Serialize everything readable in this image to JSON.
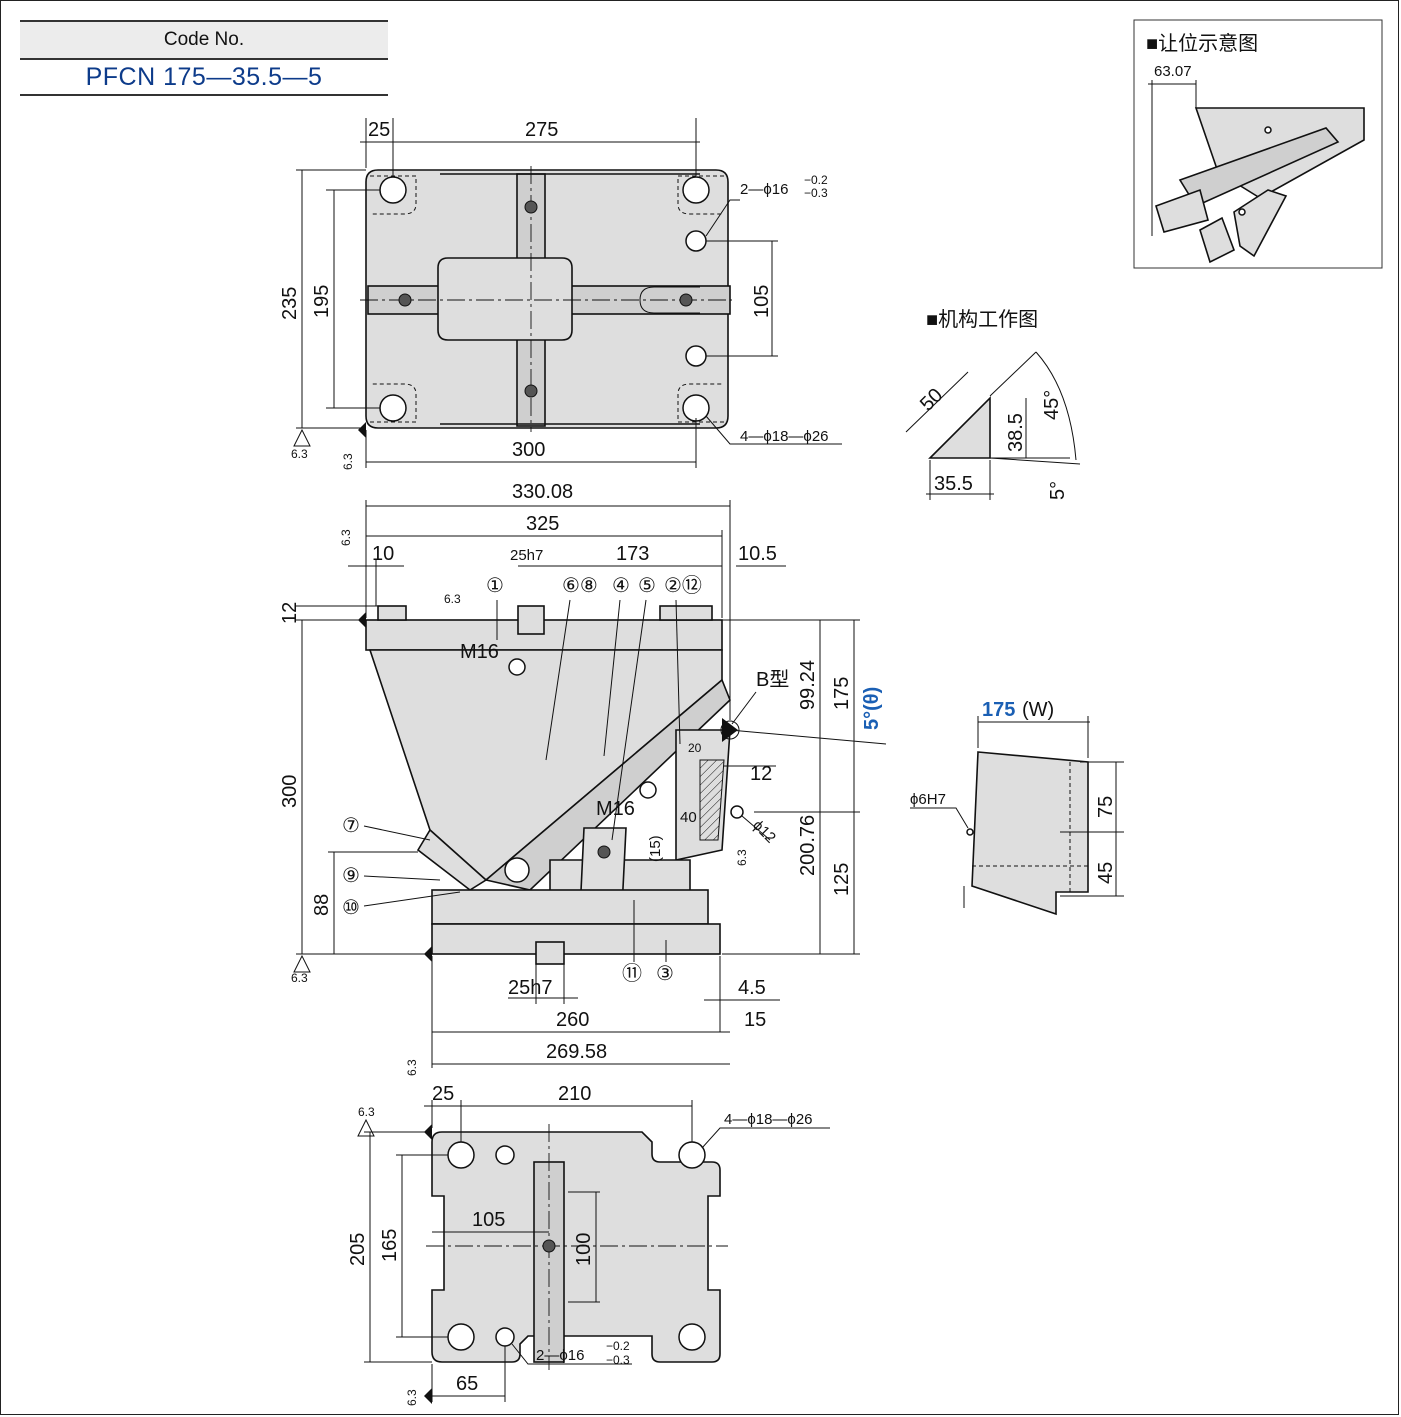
{
  "code": {
    "header": "Code No.",
    "value": "PFCN 175—35.5—5"
  },
  "top_view": {
    "dim_25": "25",
    "dim_275": "275",
    "dim_235": "235",
    "dim_195": "195",
    "dim_105": "105",
    "dim_300": "300",
    "hole_label_1": "2—ϕ16",
    "tol_upper": "−0.2",
    "tol_lower": "−0.3",
    "hole_label_2": "4—ϕ18—ϕ26",
    "roughness": "6.3"
  },
  "front_view": {
    "dim_33008": "330.08",
    "dim_325": "325",
    "dim_10": "10",
    "dim_25h7": "25h7",
    "dim_173": "173",
    "dim_105": "10.5",
    "dim_12": "12",
    "dim_300": "300",
    "dim_88": "88",
    "dim_175": "175",
    "dim_9924": "99.24",
    "dim_20076": "200.76",
    "dim_125": "125",
    "angle": "5°(θ)",
    "m16_a": "M16",
    "m16_b": "M16",
    "b_type": "B型",
    "dim_20": "20",
    "dim_12b": "12",
    "dim_40": "40",
    "dim_15": "(15)",
    "dim_phi12": "ϕ12",
    "dim_25h7_b": "25h7",
    "dim_45": "4.5",
    "dim_260": "260",
    "dim_15b": "15",
    "dim_26958": "269.58",
    "roughness": "6.3",
    "callouts": [
      "①",
      "⑥⑧",
      "④",
      "⑤",
      "②⑫",
      "⑦",
      "⑨",
      "⑩",
      "⑪",
      "③"
    ]
  },
  "bottom_view": {
    "dim_25": "25",
    "dim_210": "210",
    "dim_205": "205",
    "dim_165": "165",
    "dim_105": "105",
    "dim_100": "100",
    "dim_65": "65",
    "hole_label_1": "4—ϕ18—ϕ26",
    "hole_label_2": "2—ϕ16",
    "tol_upper": "−0.2",
    "tol_lower": "−0.3",
    "roughness": "6.3"
  },
  "clearance_diagram": {
    "title": "■让位示意图",
    "dim": "63.07"
  },
  "mechanism_diagram": {
    "title": "■机构工作图",
    "dim_50": "50",
    "dim_385": "38.5",
    "angle_45": "45°",
    "dim_355": "35.5",
    "angle_5": "5°"
  },
  "punch_detail": {
    "width": "175",
    "width_sym": "(W)",
    "pin": "ϕ6H7",
    "dim_75": "75",
    "dim_45": "45"
  }
}
